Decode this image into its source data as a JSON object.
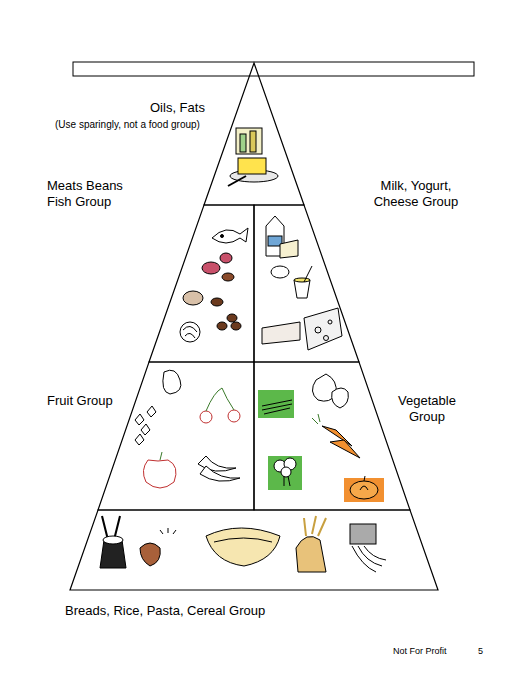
{
  "diagram": {
    "nodes": [
      {
        "text": [
          "Oils, Fats",
          "(Use sparingly, not a food group)"
        ]
      },
      {
        "text": [
          "Meats Beans Fish Group"
        ]
      },
      {
        "text": [
          "Milk, Yogurt, Cheese Group"
        ]
      },
      {
        "text": [
          "Fruit Group"
        ]
      },
      {
        "text": [
          "Vegetable Group"
        ]
      },
      {
        "text": [
          "Breads, Rice, Pasta, Cereal Group"
        ]
      }
    ],
    "labels": [
      "Not For Profit",
      "5"
    ]
  }
}
